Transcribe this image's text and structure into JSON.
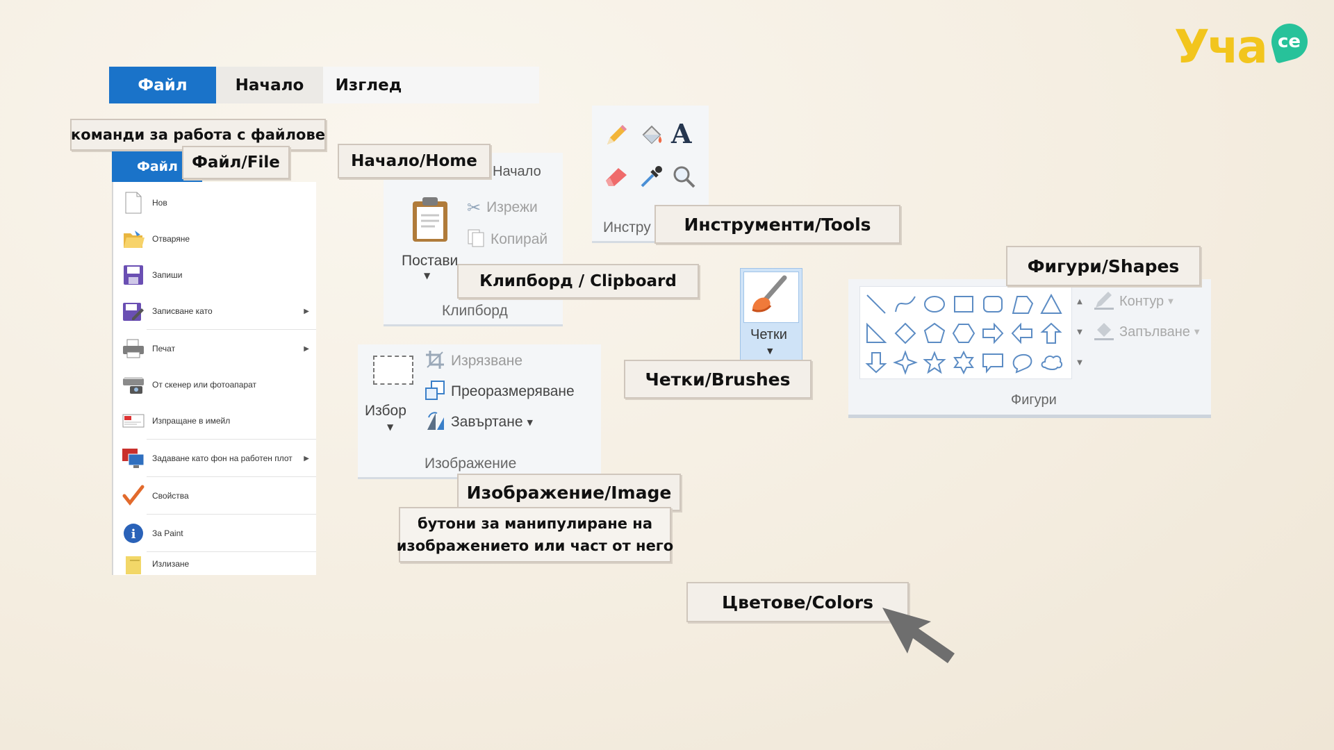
{
  "logo": {
    "text": "Уча",
    "badge": "се"
  },
  "top_tabs": [
    "Файл",
    "Начало",
    "Изглед"
  ],
  "labels": {
    "file_commands": "команди за работа с файлове",
    "file": "Файл/File",
    "home": "Начало/Home",
    "tools": "Инструменти/Tools",
    "shapes": "Фигури/Shapes",
    "clipboard": "Клипборд / Clipboard",
    "brushes": "Четки/Brushes",
    "image": "Изображение/Image",
    "image_desc_1": "бутони за манипулиране на",
    "image_desc_2": "изображението или част от него",
    "colors": "Цветове/Colors"
  },
  "file_menu": {
    "button": "Файл",
    "items": [
      {
        "label": "Нов",
        "icon": "new-file-icon",
        "arrow": false
      },
      {
        "label": "Отваряне",
        "icon": "open-folder-icon",
        "arrow": false
      },
      {
        "label": "Запиши",
        "icon": "save-icon",
        "arrow": false
      },
      {
        "label": "Записване като",
        "icon": "save-as-icon",
        "arrow": true
      },
      {
        "label": "Печат",
        "icon": "printer-icon",
        "arrow": true
      },
      {
        "label": "От скенер или фотоапарат",
        "icon": "scanner-icon",
        "arrow": false
      },
      {
        "label": "Изпращане в имейл",
        "icon": "email-icon",
        "arrow": false
      },
      {
        "label": "Задаване като фон на работен плот",
        "icon": "desktop-background-icon",
        "arrow": true
      },
      {
        "label": "Свойства",
        "icon": "checkmark-icon",
        "arrow": false
      },
      {
        "label": "За Paint",
        "icon": "info-icon",
        "arrow": false
      },
      {
        "label": "Излизане",
        "icon": "exit-icon",
        "arrow": false
      }
    ]
  },
  "home_panel": {
    "tab": "Начало",
    "paste": "Постави",
    "cut": "Изрежи",
    "copy": "Копирай",
    "group": "Клипборд"
  },
  "tools_panel": {
    "group": "Инстру"
  },
  "brushes_panel": {
    "label": "Четки"
  },
  "image_panel": {
    "select": "Избор",
    "crop": "Изрязване",
    "resize": "Преоразмеряване",
    "rotate": "Завъртане",
    "group": "Изображение"
  },
  "shapes_panel": {
    "outline": "Контур",
    "fill": "Запълване",
    "group": "Фигури"
  },
  "colors": {
    "accent": "#1a73c9",
    "logo_yellow": "#f2c51d",
    "logo_green": "#27c29a"
  }
}
